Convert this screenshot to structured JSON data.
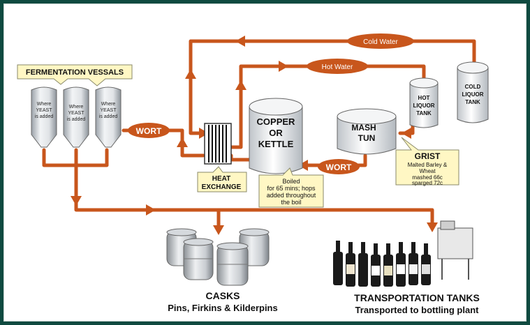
{
  "colors": {
    "flow": "#c8561c",
    "note": "#fff7c4",
    "steel": "#d9dde2"
  },
  "fermentation": {
    "title": "FERMENTATION VESSALS",
    "vessels": [
      {
        "l1": "Where",
        "l2": "YEAST",
        "l3": "is added"
      },
      {
        "l1": "Where",
        "l2": "YEAST",
        "l3": "is added"
      },
      {
        "l1": "Where",
        "l2": "YEAST",
        "l3": "is added"
      }
    ]
  },
  "wort_label_1": "WORT",
  "wort_label_2": "WORT",
  "cold_water": "Cold Water",
  "hot_water": "Hot Water",
  "heat_exchange": {
    "l1": "HEAT",
    "l2": "EXCHANGE"
  },
  "copper": {
    "l1": "COPPER",
    "l2": "OR",
    "l3": "KETTLE"
  },
  "copper_note": {
    "l1": "Boiled",
    "l2": "for 65 mins; hops",
    "l3": "added throughout",
    "l4": "the boil"
  },
  "mash": {
    "l1": "MASH",
    "l2": "TUN"
  },
  "hot_liquor": {
    "l1": "HOT",
    "l2": "LIQUOR",
    "l3": "TANK"
  },
  "cold_liquor": {
    "l1": "COLD",
    "l2": "LIQUOR",
    "l3": "TANK"
  },
  "grist": {
    "title": "GRIST",
    "l1": "Malted Barley &",
    "l2": "Wheat",
    "l3": "mashed 66c",
    "l4": "sparged 72c"
  },
  "casks": {
    "title": "CASKS",
    "subtitle": "Pins, Firkins & Kilderpins"
  },
  "transport": {
    "title": "TRANSPORTATION TANKS",
    "subtitle": "Transported to bottling plant"
  }
}
